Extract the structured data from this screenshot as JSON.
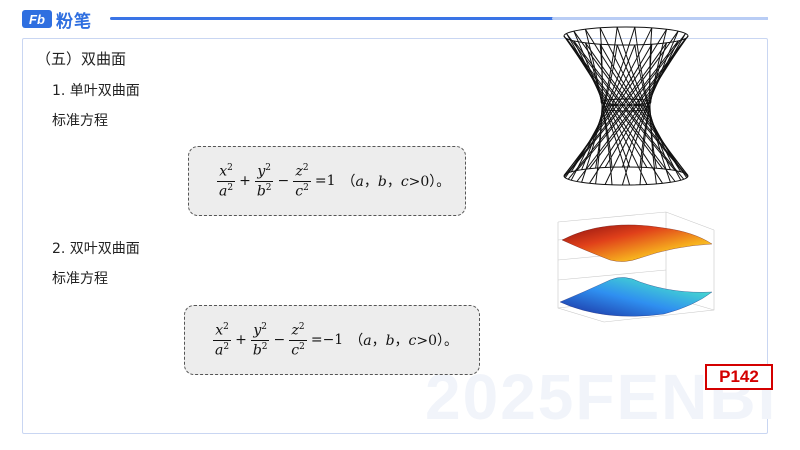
{
  "header": {
    "logo_mark": "Fb",
    "logo_text": "粉笔"
  },
  "watermark": "2025FENBI",
  "section": {
    "title": "（五）双曲面"
  },
  "one_sheet": {
    "heading": "1. 单叶双曲面",
    "label": "标准方程",
    "formula": {
      "t1_num": "x",
      "t1_den": "a",
      "op1": "+",
      "t2_num": "y",
      "t2_den": "b",
      "op2": "−",
      "t3_num": "z",
      "t3_den": "c",
      "exp": "2",
      "rhs": "=1",
      "cond_open": "（",
      "a": "a",
      "b": "b",
      "c": "c",
      "sep": "，",
      "cond_tail": ">0）。"
    }
  },
  "two_sheet": {
    "heading": "2. 双叶双曲面",
    "label": "标准方程",
    "formula": {
      "t1_num": "x",
      "t1_den": "a",
      "op1": "+",
      "t2_num": "y",
      "t2_den": "b",
      "op2": "−",
      "t3_num": "z",
      "t3_den": "c",
      "exp": "2",
      "rhs": "=−1",
      "cond_open": "（",
      "a": "a",
      "b": "b",
      "c": "c",
      "sep": "，",
      "cond_tail": ">0）。"
    }
  },
  "page_badge": "P142",
  "colors": {
    "brand": "#2f6fe0",
    "badge": "#d40000"
  },
  "icons": {
    "figure1": "one-sheet-hyperboloid-wireframe",
    "figure2": "two-sheet-hyperboloid-surface"
  }
}
